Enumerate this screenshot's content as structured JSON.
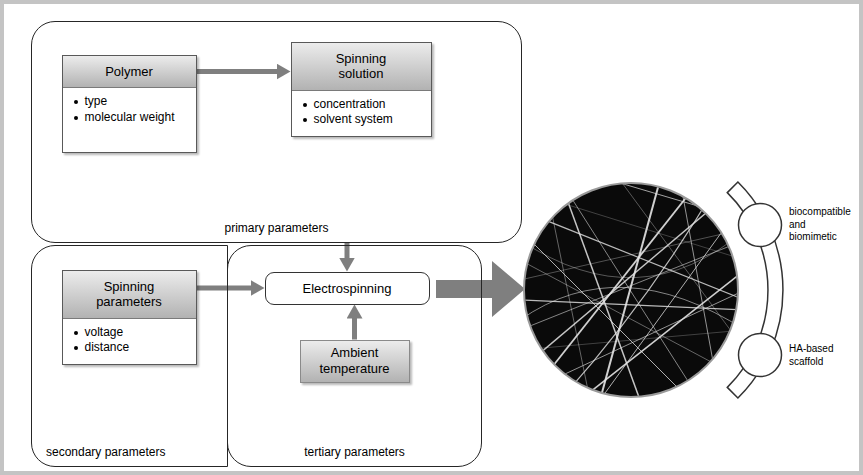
{
  "diagram": {
    "nodes": [
      {
        "text": [
          "primary parameters"
        ]
      },
      {
        "text": [
          "Polymer",
          "type",
          "molecular weight"
        ],
        "in": 0
      },
      {
        "text": [
          "Spinning solution",
          "concentration",
          "solvent system"
        ],
        "in": 0
      },
      {
        "text": [
          "secondary parameters"
        ]
      },
      {
        "text": [
          "Spinning parameters",
          "voltage",
          "distance"
        ],
        "in": 3
      },
      {
        "text": [
          "tertiary parameters"
        ]
      },
      {
        "text": [
          "Electrospinning"
        ],
        "in": 5
      },
      {
        "text": [
          "Ambient temperature"
        ],
        "in": 5
      },
      {
        "text": [
          "biocompatible and biomimetic"
        ]
      },
      {
        "text": [
          "HA-based scaffold"
        ]
      }
    ],
    "edges": [
      {
        "from": 1,
        "to": 2,
        "arrow": "to"
      },
      {
        "from": 0,
        "to": 6,
        "arrow": "to"
      },
      {
        "from": 4,
        "to": 6,
        "arrow": "to"
      },
      {
        "from": 7,
        "to": 6,
        "arrow": "to"
      }
    ]
  }
}
